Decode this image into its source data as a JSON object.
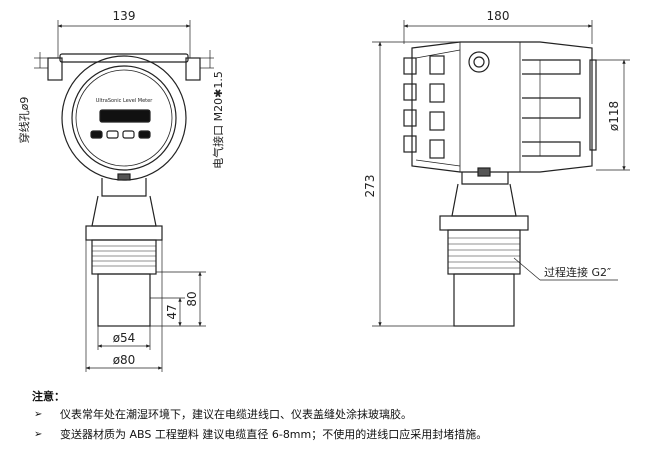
{
  "front_view": {
    "width_dim": "139",
    "cable_hole_label": "穿线孔ø9",
    "cable_entry_label": "电气接口 M20✱1.5",
    "meter_label": "UltraSonic Level Meter",
    "height_47": "47",
    "height_80": "80",
    "dia_54": "ø54",
    "dia_80": "ø80"
  },
  "side_view": {
    "width_dim": "180",
    "dia_118": "ø118",
    "height_273": "273",
    "process_connection_label": "过程连接 G2″"
  },
  "notes": {
    "title": "注意：",
    "items": [
      "仪表常年处在潮湿环境下，建议在电缆进线口、仪表盖缝处涂抹玻璃胶。",
      "变送器材质为 ABS 工程塑料 建议电缆直径 6-8mm；不使用的进线口应采用封堵措施。"
    ]
  }
}
